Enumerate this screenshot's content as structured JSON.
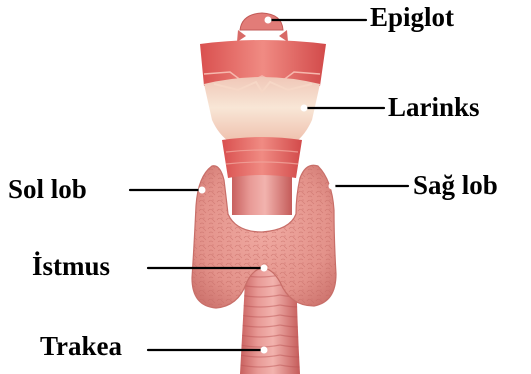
{
  "labels": {
    "epiglot": "Epiglot",
    "larinks": "Larinks",
    "sol_lob": "Sol lob",
    "sag_lob": "Sağ lob",
    "istmus": "İstmus",
    "trakea": "Trakea"
  },
  "colors": {
    "thyroid": "#e49a92",
    "thyroid_dark": "#c86f69",
    "cartilage_light": "#f3dccc",
    "cartilage_red": "#e05c5a",
    "trachea": "#dd8684",
    "leader_line": "#000000"
  }
}
